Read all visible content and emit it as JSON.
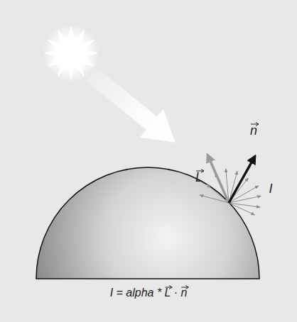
{
  "diagram": {
    "labels": [
      "n",
      "L",
      "I",
      "I = alpha * L · n"
    ]
  }
}
